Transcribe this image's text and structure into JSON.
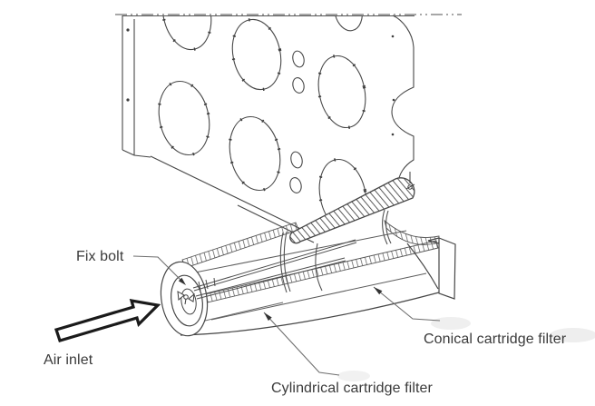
{
  "diagram": {
    "type": "technical-line-drawing",
    "labels": {
      "fix_bolt": "Fix bolt",
      "air_inlet": "Air inlet",
      "conical": "Conical cartridge filter",
      "cylindrical": "Cylindrical cartridge filter"
    },
    "colors": {
      "line": "#474747",
      "leader": "#6e6e6e",
      "text": "#3a3a3a",
      "background": "#ffffff"
    },
    "icons": [
      "air-flow-arrow-icon",
      "leader-arrowhead-icon"
    ]
  }
}
